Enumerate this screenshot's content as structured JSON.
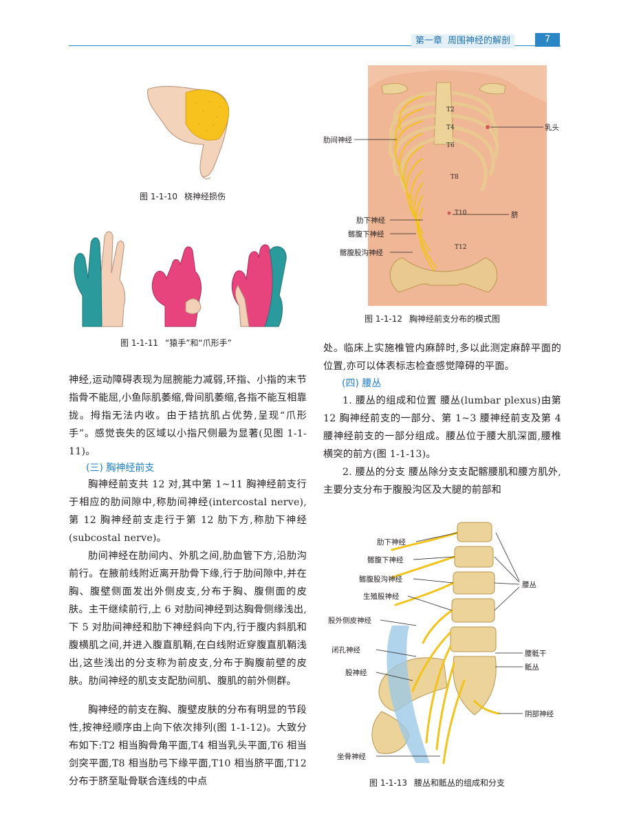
{
  "header": {
    "chapter": "第一章",
    "chapter_title": "周围神经的解剖",
    "page_number": "7"
  },
  "figures": {
    "fig_1_1_10": {
      "number": "图 1-1-10",
      "title": "桡神经损伤"
    },
    "fig_1_1_11": {
      "number": "图 1-1-11",
      "title": "“猿手”和“爪形手”"
    },
    "fig_1_1_12": {
      "number": "图 1-1-12",
      "title": "胸神经前支分布的模式图",
      "labels": {
        "intercostal": "肋间神经",
        "subcostal": "肋下神经",
        "iliohypogastric": "髂腹下神经",
        "ilioinguinal": "髂腹股沟神经",
        "nipple": "乳头",
        "navel": "脐",
        "t2": "T2",
        "t4": "T4",
        "t6": "T6",
        "t8": "T8",
        "t10": "T10",
        "t12": "T12"
      }
    },
    "fig_1_1_13": {
      "number": "图 1-1-13",
      "title": "腰丛和骶丛的组成和分支",
      "labels": {
        "subcostal": "肋下神经",
        "iliohypogastric": "髂腹下神经",
        "ilioinguinal": "髂腹股沟神经",
        "genitofemoral": "生殖股神经",
        "lateral_cutaneous": "股外侧皮神经",
        "obturator": "闭孔神经",
        "femoral": "股神经",
        "sciatic": "坐骨神经",
        "lumbar_plexus": "腰丛",
        "lumbosacral_trunk": "腰骶干",
        "sacral_plexus": "骶丛",
        "pudendal": "阴部神经"
      }
    }
  },
  "left_column": {
    "para1": "神经,运动障碍表现为屈腕能力减弱,环指、小指的末节指骨不能屈,小鱼际肌萎缩,骨间肌萎缩,各指不能互相靠拢。拇指无法内收。由于拮抗肌占优势,呈现“爪形手”。感觉丧失的区域以小指尺侧最为显著(见图 1-1-11)。",
    "section3_title": "(三) 胸神经前支",
    "para2": "胸神经前支共 12 对,其中第 1~11 胸神经前支行于相应的肋间隙中,称肋间神经(intercostal nerve),第 12 胸神经前支走行于第 12 肋下方,称肋下神经(subcostal nerve)。",
    "para3": "肋间神经在肋间内、外肌之间,肋血管下方,沿肋沟前行。在腋前线附近离开肋骨下缘,行于肋间隙中,并在胸、腹壁侧面发出外侧皮支,分布于胸、腹侧面的皮肤。主干继续前行,上 6 对肋间神经到达胸骨侧缘浅出,下 5 对肋间神经和肋下神经斜向下内,行于腹内斜肌和腹横肌之间,并进入腹直肌鞘,在白线附近穿腹直肌鞘浅出,这些浅出的分支称为前皮支,分布于胸腹前壁的皮肤。肋间神经的肌支支配肋间肌、腹肌的前外侧群。",
    "para4": "胸神经的前支在胸、腹壁皮肤的分布有明显的节段性,按神经顺序由上向下依次排列(图 1-1-12)。大致分布如下:T2 相当胸骨角平面,T4 相当乳头平面,T6 相当剑突平面,T8 相当肋弓下缘平面,T10 相当脐平面,T12 分布于脐至耻骨联合连线的中点"
  },
  "right_column": {
    "para1": "处。临床上实施椎管内麻醉时,多以此测定麻醉平面的位置,亦可以体表标志检查感觉障碍的平面。",
    "section4_title": "(四) 腰丛",
    "para2": "1. 腰丛的组成和位置 腰丛(lumbar plexus)由第 12 胸神经前支的一部分、第 1~3 腰神经前支及第 4 腰神经前支的一部分组成。腰丛位于腰大肌深面,腰椎横突的前方(图 1-1-13)。",
    "para3": "2. 腰丛的分支 腰丛除分支支配髂腰肌和腰方肌外,主要分支分布于腹股沟区及大腿的前部和"
  },
  "colors": {
    "accent_blue": "#2b86c5",
    "nerve_yellow": "#f2c31b",
    "skin": "#f2c3a5",
    "bone": "#e9c98f",
    "monkey_hand_teal": "#2a9a9c",
    "claw_hand_pink": "#e7447d"
  }
}
